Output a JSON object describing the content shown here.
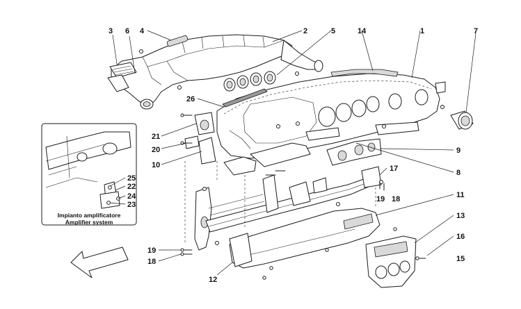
{
  "callouts": [
    {
      "id": "c3",
      "label": "3"
    },
    {
      "id": "c6",
      "label": "6"
    },
    {
      "id": "c4",
      "label": "4"
    },
    {
      "id": "c2",
      "label": "2"
    },
    {
      "id": "c5",
      "label": "5"
    },
    {
      "id": "c14",
      "label": "14"
    },
    {
      "id": "c1",
      "label": "1"
    },
    {
      "id": "c7",
      "label": "7"
    },
    {
      "id": "c26",
      "label": "26"
    },
    {
      "id": "c21",
      "label": "21"
    },
    {
      "id": "c20",
      "label": "20"
    },
    {
      "id": "c10",
      "label": "10"
    },
    {
      "id": "c9",
      "label": "9"
    },
    {
      "id": "c8",
      "label": "8"
    },
    {
      "id": "c17",
      "label": "17"
    },
    {
      "id": "c19a",
      "label": "19"
    },
    {
      "id": "c18a",
      "label": "18"
    },
    {
      "id": "c11",
      "label": "11"
    },
    {
      "id": "c13",
      "label": "13"
    },
    {
      "id": "c16",
      "label": "16"
    },
    {
      "id": "c15",
      "label": "15"
    },
    {
      "id": "c19b",
      "label": "19"
    },
    {
      "id": "c18b",
      "label": "18"
    },
    {
      "id": "c12",
      "label": "12"
    },
    {
      "id": "c25",
      "label": "25"
    },
    {
      "id": "c22",
      "label": "22"
    },
    {
      "id": "c24",
      "label": "24"
    },
    {
      "id": "c23",
      "label": "23"
    }
  ],
  "inset": {
    "title_line1": "Impianto amplificatore",
    "title_line2": "Amplifier system"
  },
  "colors": {
    "line": "#1a1a1a",
    "background": "#ffffff",
    "shade": "#d9d9d9"
  },
  "icons": {
    "direction_arrow": "outline-arrow-icon"
  }
}
